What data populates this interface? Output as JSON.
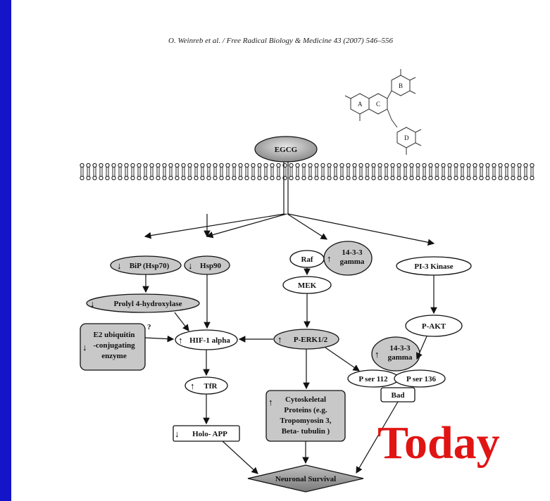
{
  "citation": "O. Weinreb et al. / Free Radical Biology & Medicine 43 (2007) 546–556",
  "overlay_text": "Today",
  "molecule_ring_labels": [
    "A",
    "C",
    "B",
    "D"
  ],
  "nodes": {
    "egcg": "EGCG",
    "bip": "BiP (Hsp70)",
    "hsp90": "Hsp90",
    "raf": "Raf",
    "gamma_top": "14-3-3\ngamma",
    "pi3k": "PI-3 Kinase",
    "mek": "MEK",
    "prolyl": "Prolyl 4-hydroxylase",
    "pakt": "P-AKT",
    "e2": "E2 ubiquitin\n-conjugating\nenzyme",
    "hif": "HIF-1 alpha",
    "perk": "P-ERK1/2",
    "gamma_mid": "14-3-3\ngamma",
    "pser112": "P ser 112",
    "pser136": "P ser 136",
    "bad": "Bad",
    "tfr": "TfR",
    "cyto": "Cytoskeletal\nProteins (e.g.\nTropomyosin 3,\nBeta- tubulin )",
    "holo": "Holo- APP",
    "neuronal": "Neuronal Survival",
    "question": "?"
  }
}
